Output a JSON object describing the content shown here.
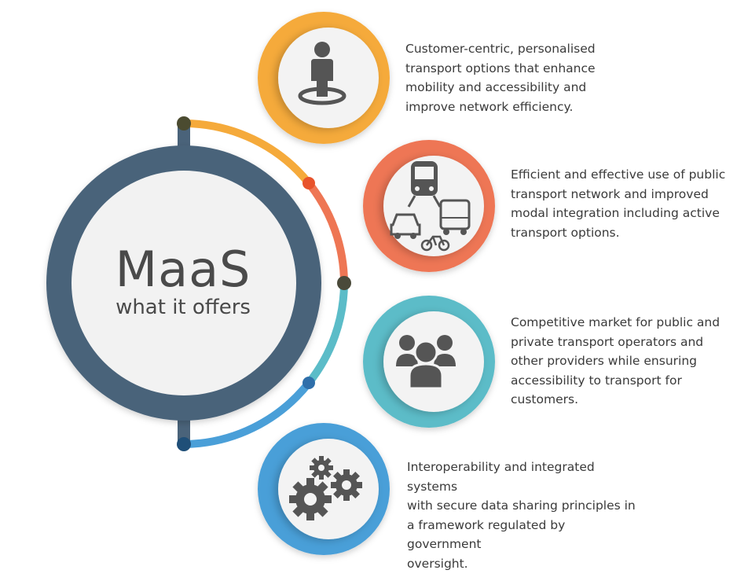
{
  "title": "MaaS",
  "subtitle": "what it offers",
  "colors": {
    "hub_ring": "#4a637a",
    "hub_fill": "#f2f2f2",
    "icon": "#555555",
    "personalised": "#f5aa3b",
    "public_transport": "#ee7654",
    "market": "#5bbcc8",
    "interoperability": "#4a9fd8"
  },
  "offers": [
    {
      "icon": "person-location-icon",
      "color_key": "personalised",
      "text": "Customer-centric, personalised\ntransport options that enhance\nmobility and accessibility and\nimprove network efficiency."
    },
    {
      "icon": "multimodal-transport-icon",
      "color_key": "public_transport",
      "text": "Efficient and effective use of public\ntransport network and improved\nmodal integration including active\ntransport options."
    },
    {
      "icon": "group-people-icon",
      "color_key": "market",
      "text": "Competitive market for public and\nprivate transport operators and\nother providers while ensuring\naccessibility to transport for\ncustomers."
    },
    {
      "icon": "gears-icon",
      "color_key": "interoperability",
      "text": "Interoperability and integrated systems\nwith secure data sharing principles in\na framework regulated by government\noversight."
    }
  ]
}
